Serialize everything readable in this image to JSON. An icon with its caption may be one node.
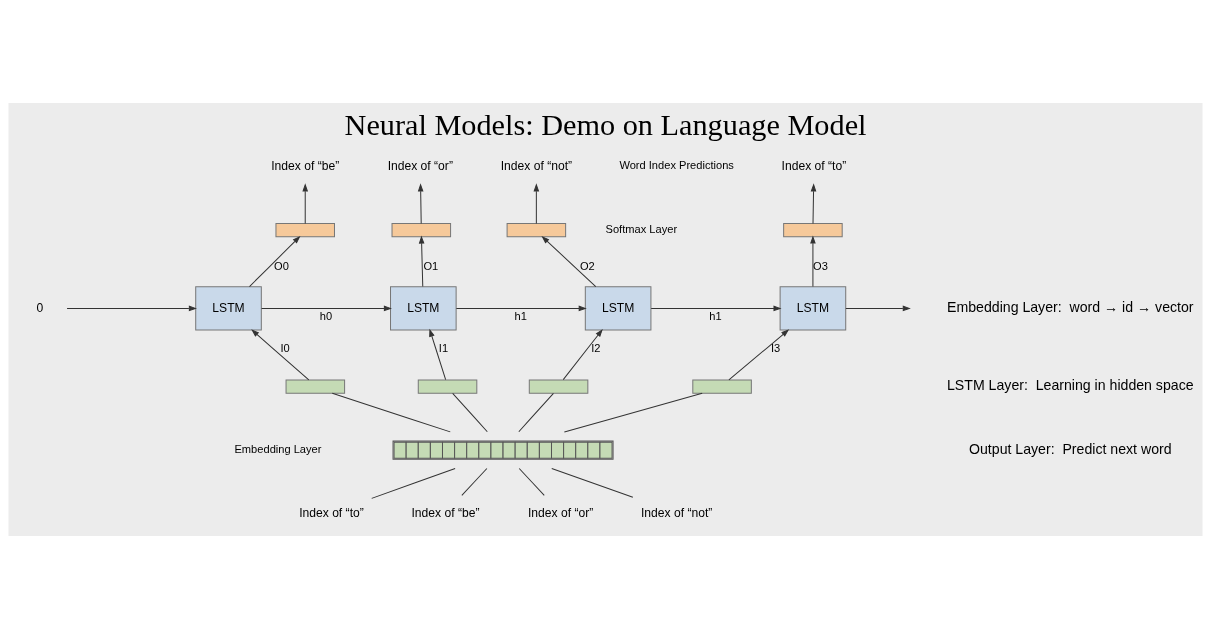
{
  "diagram": {
    "title": "Neural Models: Demo on Language Model",
    "nodes": [
      {
        "text": [
          "Index of “be”"
        ]
      },
      {
        "text": [
          "Index of “or”"
        ]
      },
      {
        "text": [
          "Index of “not”"
        ]
      },
      {
        "text": [
          "Index of “to”"
        ]
      },
      {
        "text": [],
        "shape": "box"
      },
      {
        "text": [],
        "shape": "box"
      },
      {
        "text": [],
        "shape": "box"
      },
      {
        "text": [],
        "shape": "box"
      },
      {
        "text": [
          "0"
        ]
      },
      {
        "text": [
          "LSTM"
        ]
      },
      {
        "text": [
          "LSTM"
        ]
      },
      {
        "text": [
          "LSTM"
        ]
      },
      {
        "text": [
          "LSTM"
        ]
      },
      {
        "text": [],
        "shape": "box"
      },
      {
        "text": [],
        "shape": "box"
      },
      {
        "text": [],
        "shape": "box"
      },
      {
        "text": [],
        "shape": "box"
      },
      {
        "text": [],
        "shape": "bar"
      },
      {
        "text": [
          "Index of “to”"
        ]
      },
      {
        "text": [
          "Index of “be”"
        ]
      },
      {
        "text": [
          "Index of “or”"
        ]
      },
      {
        "text": [
          "Index of “not”"
        ]
      }
    ],
    "edges": [
      {
        "from": 4,
        "to": 0,
        "arrow": "to"
      },
      {
        "from": 5,
        "to": 1,
        "arrow": "to"
      },
      {
        "from": 6,
        "to": 2,
        "arrow": "to"
      },
      {
        "from": 7,
        "to": 3,
        "arrow": "to"
      },
      {
        "from": 9,
        "to": 4,
        "arrow": "to",
        "label": "O0"
      },
      {
        "from": 10,
        "to": 5,
        "arrow": "to",
        "label": "O1"
      },
      {
        "from": 11,
        "to": 6,
        "arrow": "to",
        "label": "O2"
      },
      {
        "from": 12,
        "to": 7,
        "arrow": "to",
        "label": "O3"
      },
      {
        "from": 8,
        "to": 9,
        "arrow": "to"
      },
      {
        "from": 9,
        "to": 10,
        "arrow": "to",
        "label": "h0"
      },
      {
        "from": 10,
        "to": 11,
        "arrow": "to",
        "label": "h1"
      },
      {
        "from": 11,
        "to": 12,
        "arrow": "to",
        "label": "h1"
      },
      {
        "from": 12,
        "to": null,
        "arrow": "to"
      },
      {
        "from": 13,
        "to": 9,
        "arrow": "to",
        "label": "I0"
      },
      {
        "from": 14,
        "to": 10,
        "arrow": "to",
        "label": "I1"
      },
      {
        "from": 15,
        "to": 11,
        "arrow": "to",
        "label": "I2"
      },
      {
        "from": 16,
        "to": 12,
        "arrow": "to",
        "label": "I3"
      },
      {
        "from": 18,
        "to": 17,
        "arrow": "none"
      },
      {
        "from": 19,
        "to": 17,
        "arrow": "none"
      },
      {
        "from": 20,
        "to": 17,
        "arrow": "none"
      },
      {
        "from": 21,
        "to": 17,
        "arrow": "none"
      },
      {
        "from": 17,
        "to": 13,
        "arrow": "none"
      },
      {
        "from": 17,
        "to": 14,
        "arrow": "none"
      },
      {
        "from": 17,
        "to": 15,
        "arrow": "none"
      },
      {
        "from": 17,
        "to": 16,
        "arrow": "none"
      }
    ],
    "labels": [
      "Embedding Layer:  word → id → vector",
      "LSTM Layer:  Learning in hidden space",
      "Output Layer:  Predict next word",
      "Word Index Predictions",
      "Softmax Layer",
      "Embedding Layer"
    ]
  }
}
